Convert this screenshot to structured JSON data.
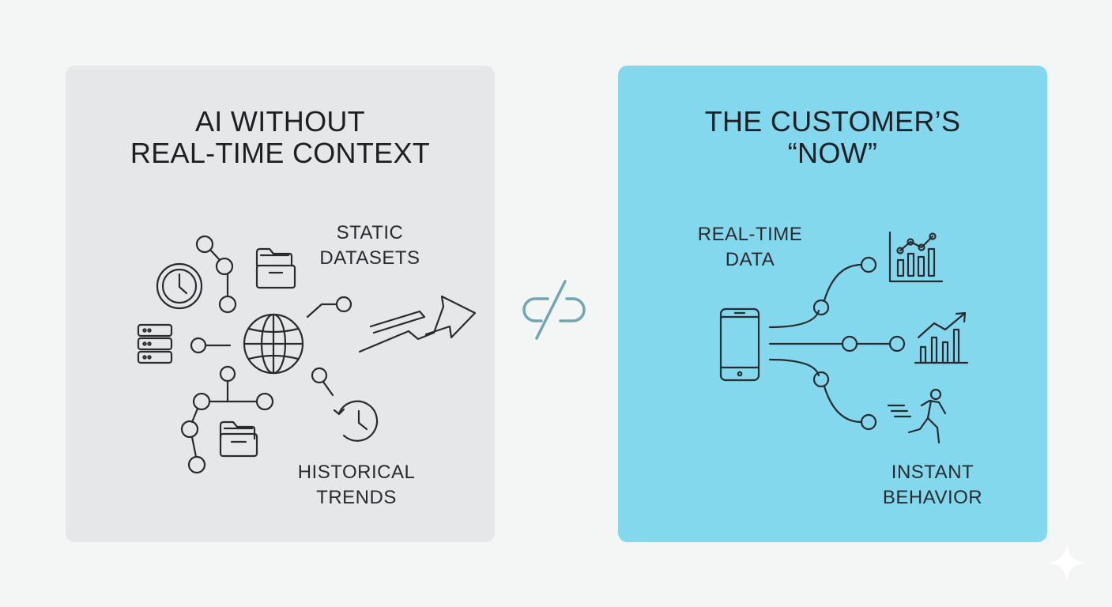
{
  "left_panel": {
    "title_line1": "AI WITHOUT",
    "title_line2": "REAL-TIME CONTEXT",
    "label_static_line1": "STATIC",
    "label_static_line2": "DATASETS",
    "label_historical_line1": "HISTORICAL",
    "label_historical_line2": "TRENDS",
    "background_color": "#e5e7e9"
  },
  "right_panel": {
    "title_line1": "THE CUSTOMER’S",
    "title_line2": "“NOW”",
    "label_realtime_line1": "REAL-TIME",
    "label_realtime_line2": "DATA",
    "label_instant_line1": "INSTANT",
    "label_instant_line2": "BEHAVIOR",
    "background_color": "#84d8ee"
  },
  "divider_icon": "broken-link-icon",
  "colors": {
    "page_background": "#f4f6f5",
    "stroke": "#2a2b2e",
    "divider": "#6fa6b3"
  }
}
